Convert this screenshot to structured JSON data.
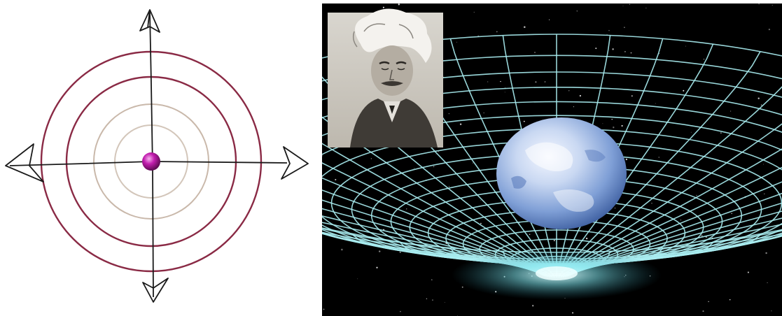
{
  "figure": {
    "left_panel": {
      "kind": "field-lines-diagram",
      "ring_count": 4,
      "arrow_count": 4,
      "center_mass_color": "#b0189c",
      "ring_colors": [
        "#8a2a45",
        "#8a2a45",
        "#c9b8aa",
        "#d3c6ba"
      ],
      "axis_color": "#1a1a1a"
    },
    "right_panel": {
      "kind": "spacetime-curvature-illustration",
      "portrait": "einstein-portrait-icon",
      "planet": "earth-icon",
      "grid_color": "#a8ecf0",
      "background": "#000000"
    }
  }
}
